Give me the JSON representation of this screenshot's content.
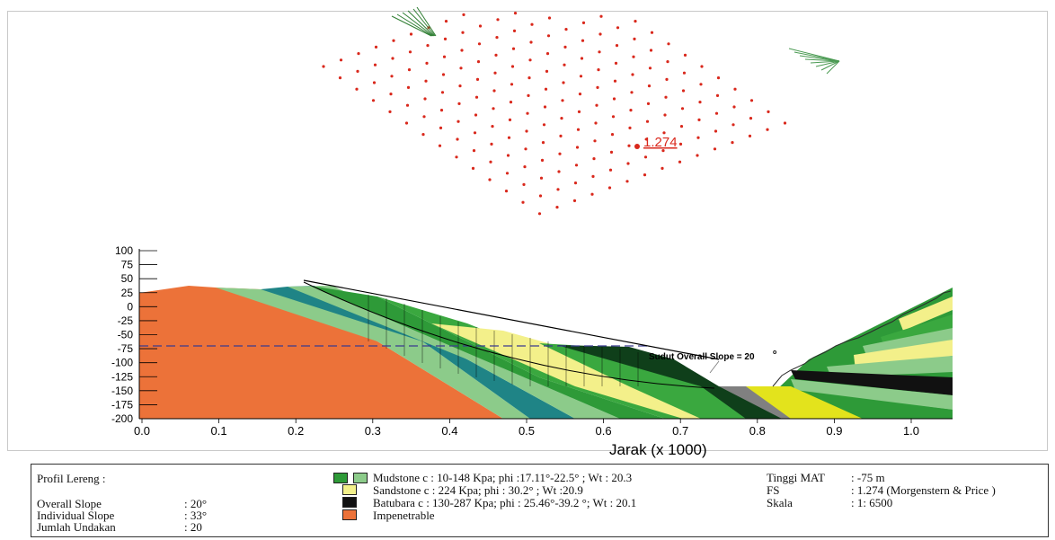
{
  "chart": {
    "fs_label": "1.274",
    "annotation": "Sudut Overall Slope = 20",
    "annotation_degree": "o",
    "x_axis_title": "Jarak (x  1000)",
    "x_ticks": [
      "0.0",
      "0.1",
      "0.2",
      "0.3",
      "0.4",
      "0.5",
      "0.6",
      "0.7",
      "0.8",
      "0.9",
      "1.0"
    ],
    "y_ticks": [
      "100",
      "75",
      "50",
      "25",
      "0",
      "-25",
      "-50",
      "-75",
      "-100",
      "-125",
      "-150",
      "-175",
      "-200"
    ]
  },
  "legend": {
    "profil_title": "Profil Lereng :",
    "overall_label": "Overall Slope",
    "overall_value": ": 20°",
    "individual_label": "Individual Slope",
    "individual_value": ": 33°",
    "jumlah_label": "Jumlah Undakan",
    "jumlah_value": ": 20",
    "mudstone": "Mudstone c : 10-148 Kpa; phi :17.11°-22.5° ; Wt : 20.3",
    "sandstone": "Sandstone c : 224 Kpa; phi : 30.2° ; Wt :20.9",
    "batubara": "Batubara  c : 130-287 Kpa; phi : 25.46°-39.2 °; Wt : 20.1",
    "impenetrable": "Impenetrable",
    "mat_label": "Tinggi MAT",
    "mat_value": ": -75 m",
    "fs_label": "FS",
    "fs_value": ": 1.274 (Morgenstern & Price )",
    "skala_label": "Skala",
    "skala_value": ": 1: 6500"
  },
  "colors": {
    "impenetrable": "#ec7239",
    "mudstone_dark": "#2e9a38",
    "mudstone_light": "#8ccb8a",
    "teal": "#1f8486",
    "sandstone": "#f3f08a",
    "batubara": "#111111",
    "grid_points": "#d9281c"
  }
}
